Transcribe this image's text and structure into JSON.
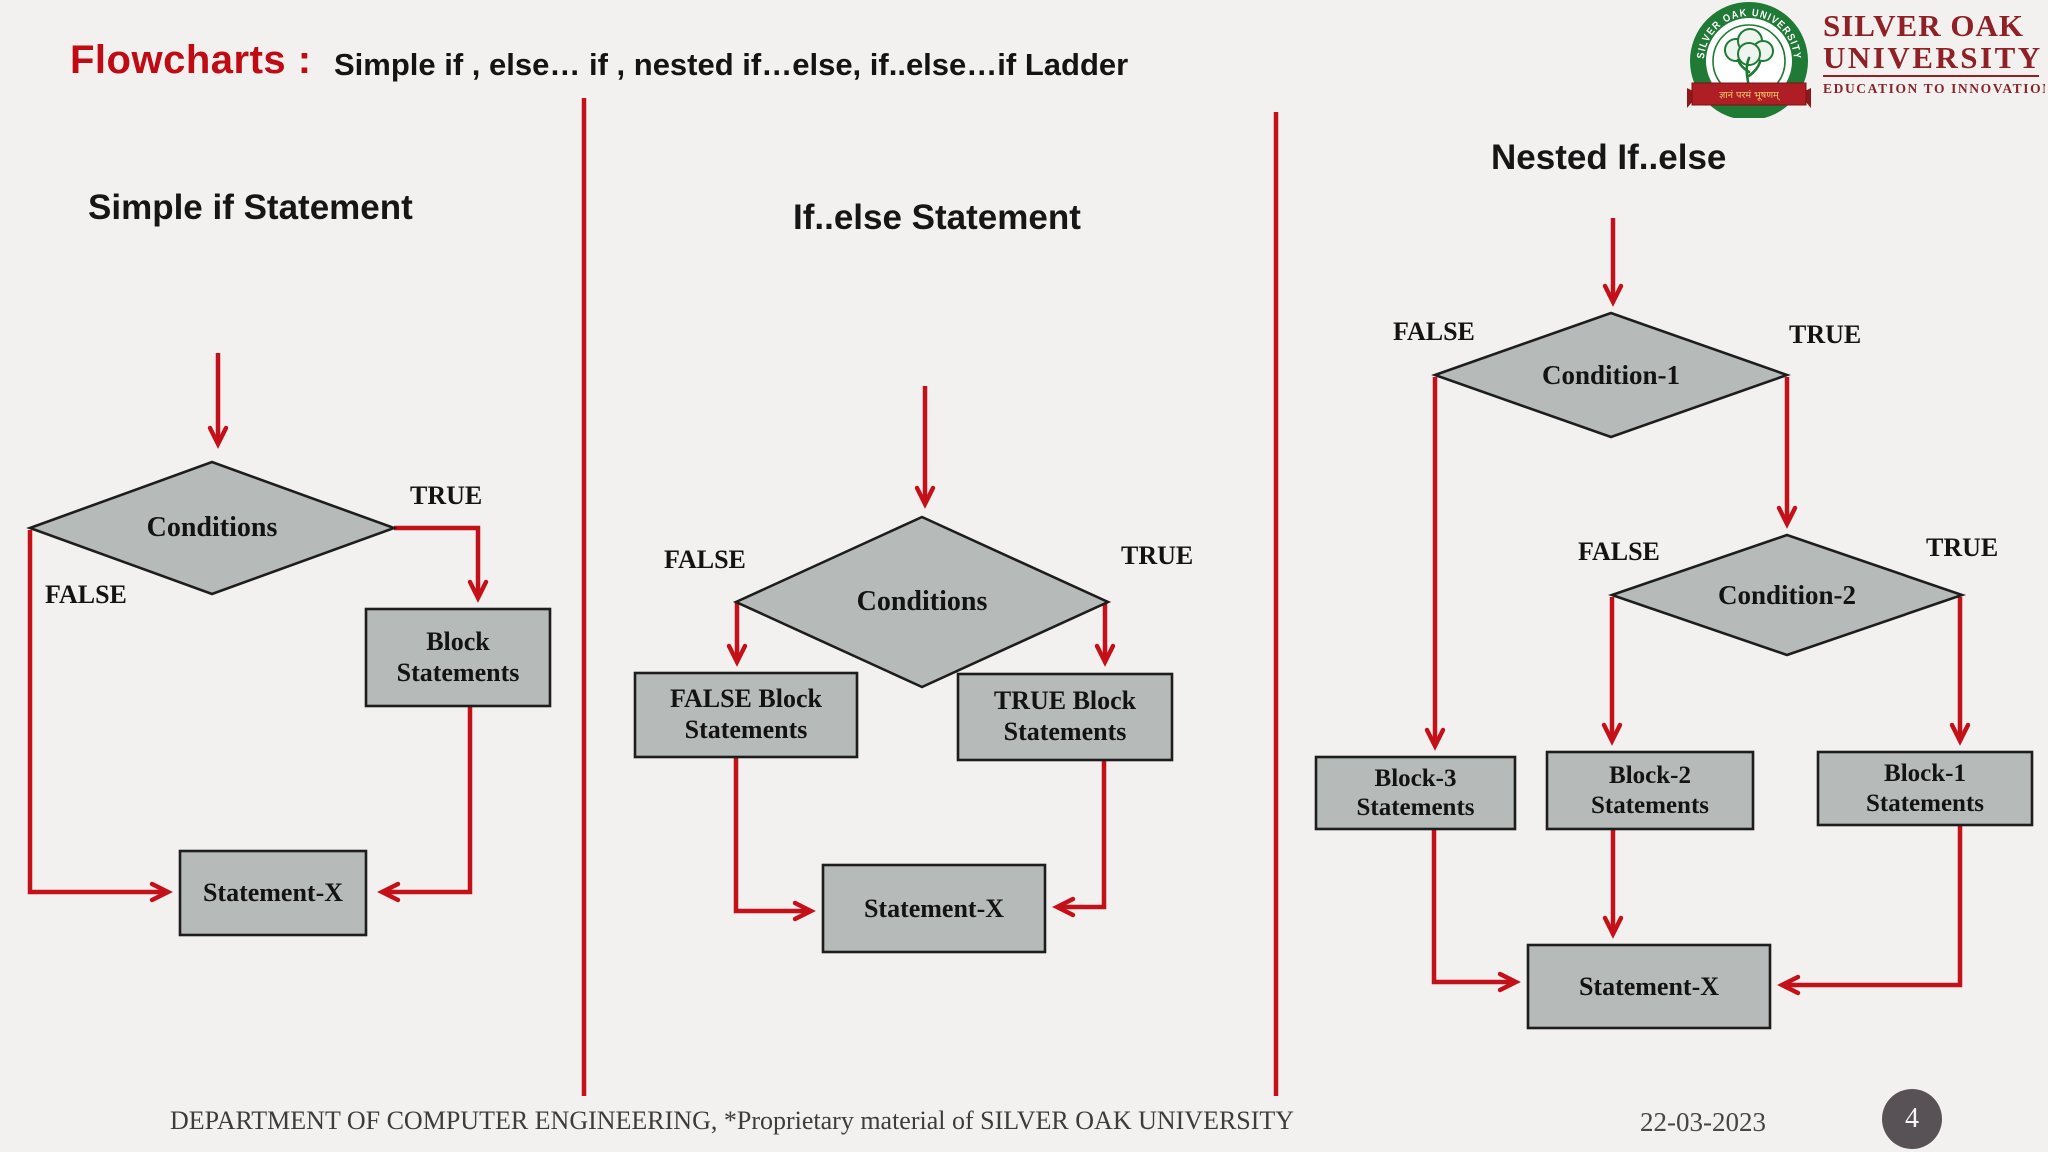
{
  "slide": {
    "title": "Flowcharts :",
    "subtitle": "Simple if , else… if , nested if…else,  if..else…if Ladder"
  },
  "logo": {
    "ring_text": "SILVER OAK UNIVERSITY",
    "motto": "ज्ञानं परमं भूषणम्",
    "name_line1": "SILVER OAK",
    "name_line2": "UNIVERSITY",
    "tagline": "EDUCATION TO INNOVATION"
  },
  "charts": [
    {
      "heading": "Simple if Statement",
      "condition_label": "Conditions",
      "true_label": "TRUE",
      "false_label": "FALSE",
      "block_label": "Block\nStatements",
      "statement_label": "Statement-X"
    },
    {
      "heading": "If..else Statement",
      "condition_label": "Conditions",
      "true_label": "TRUE",
      "false_label": "FALSE",
      "false_block_label": "FALSE Block\nStatements",
      "true_block_label": "TRUE Block\nStatements",
      "statement_label": "Statement-X"
    },
    {
      "heading": "Nested If..else",
      "condition1_label": "Condition-1",
      "condition2_label": "Condition-2",
      "cond1_false_label": "FALSE",
      "cond1_true_label": "TRUE",
      "cond2_false_label": "FALSE",
      "cond2_true_label": "TRUE",
      "block3_label": "Block-3\nStatements",
      "block2_label": "Block-2\nStatements",
      "block1_label": "Block-1\nStatements",
      "statement_label": "Statement-X"
    }
  ],
  "footer": {
    "department": "DEPARTMENT OF COMPUTER ENGINEERING, *Proprietary material of SILVER OAK UNIVERSITY",
    "date": "22-03-2023",
    "page_number": "4"
  },
  "colors": {
    "accent_red": "#c41018",
    "title_red": "#c00a14",
    "shape_fill": "#b6bab8",
    "shape_border": "#1d1d1d",
    "logo_maroon": "#8e2026",
    "logo_green": "#1e7a34",
    "page_circle_gray": "#585257"
  }
}
